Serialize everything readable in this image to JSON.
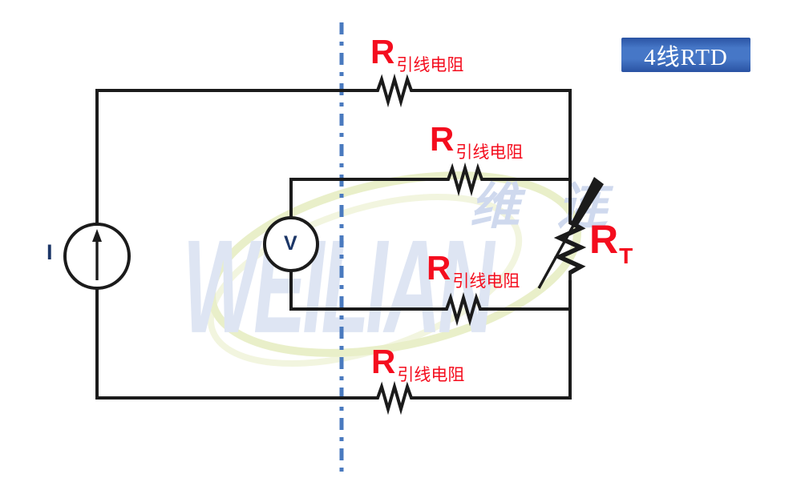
{
  "diagram": {
    "title_banner": {
      "label": "4线RTD"
    },
    "instrument": {
      "current_source_label": "I",
      "voltmeter_label": "V"
    },
    "lead_resistor": {
      "symbol": "R",
      "subscript": "引线电阻"
    },
    "rtd": {
      "symbol": "R",
      "subscript": "T"
    },
    "watermark": {
      "latin": "WEILIAN",
      "cjk": "维 连"
    },
    "colors": {
      "wire": "#1b1b1b",
      "label_red": "#f40d1e",
      "divider_blue": "#4a7abf",
      "meter_text": "#1c3667",
      "banner_light": "#4677c7",
      "banner_dark": "#2a53a3",
      "banner_text": "#ffffff",
      "watermark_blue": "#dee5f3",
      "watermark_cjk_blue": "#cfd9ee",
      "watermark_green": "#e9efc9"
    }
  }
}
